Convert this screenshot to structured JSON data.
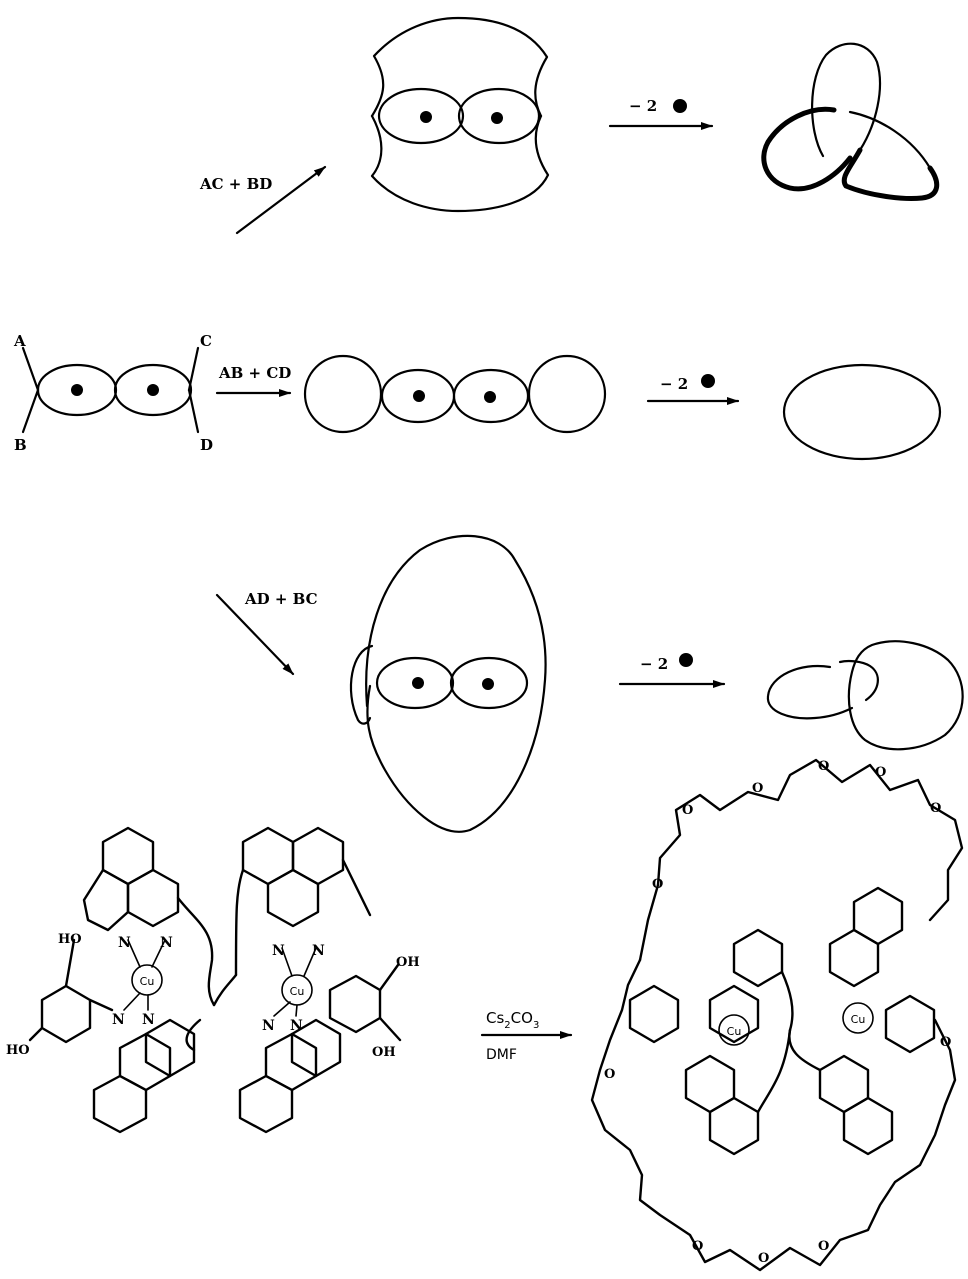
{
  "labels": {
    "ac_bd": "AC + BD",
    "ab_cd": "AB + CD",
    "ad_bc": "AD + BC",
    "minus_2": "− 2",
    "end_a": "A",
    "end_b": "B",
    "end_c": "C",
    "end_d": "D"
  },
  "chemistry": {
    "reagent_main": "Cs",
    "reagent_sub1": "2",
    "reagent_mid": "CO",
    "reagent_sub2": "3",
    "solvent": "DMF",
    "metal": "Cu",
    "hydroxyl": "HO",
    "hydroxyl_right": "OH",
    "nitrogen": "N",
    "oxygen": "O"
  },
  "colors": {
    "ink": "#000000",
    "paper": "#ffffff"
  }
}
